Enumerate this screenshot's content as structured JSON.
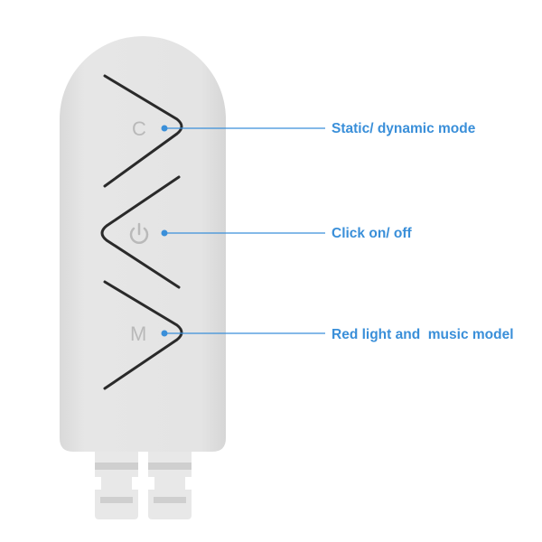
{
  "device": {
    "buttons": [
      {
        "glyph": "C",
        "label": "Static/ dynamic mode"
      },
      {
        "glyph": "",
        "icon": "power-icon",
        "label": "Click on/ off"
      },
      {
        "glyph": "M",
        "label": "Red light and  music model"
      }
    ]
  },
  "colors": {
    "accent": "#3a8fd9",
    "body": "#e3e3e3",
    "stroke": "#2a2a2a"
  }
}
